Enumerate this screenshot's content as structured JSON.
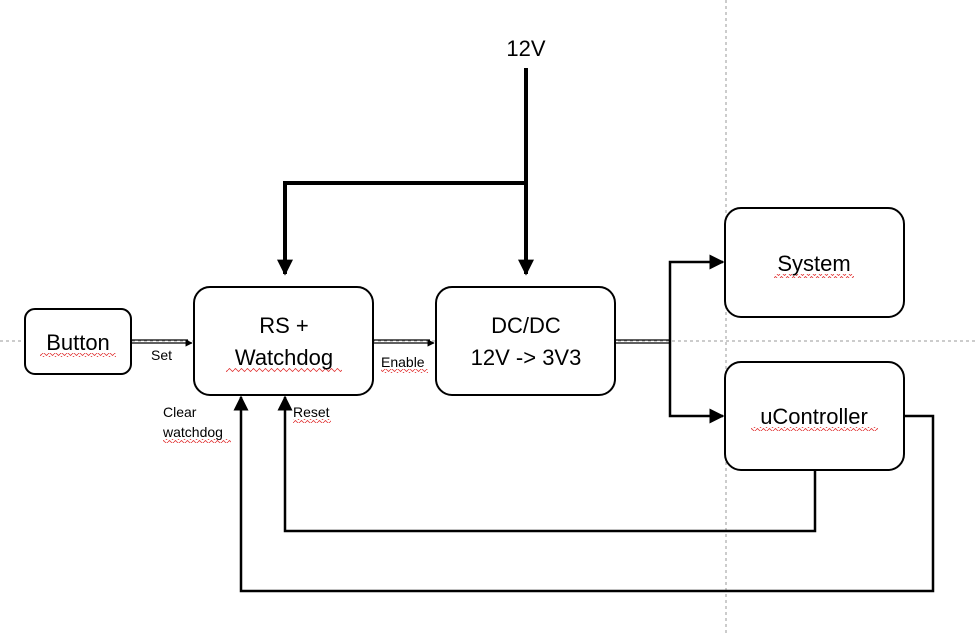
{
  "supply": {
    "label": "12V"
  },
  "blocks": {
    "button": {
      "label": "Button"
    },
    "rs_watchdog": {
      "line1": "RS +",
      "line2": "Watchdog"
    },
    "dcdc": {
      "line1": "DC/DC",
      "line2": "12V -> 3V3"
    },
    "system": {
      "label": "System"
    },
    "ucontroller": {
      "label": "uController"
    }
  },
  "signals": {
    "set": "Set",
    "enable": "Enable",
    "reset": "Reset",
    "clear_line1": "Clear",
    "clear_line2": "watchdog"
  }
}
